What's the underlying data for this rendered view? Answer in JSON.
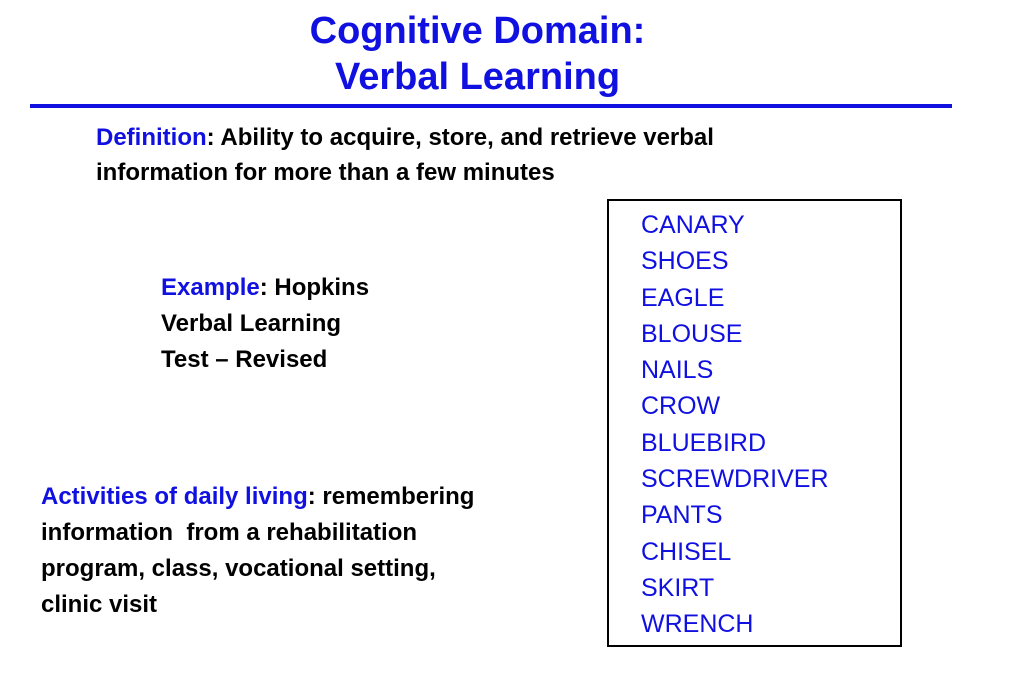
{
  "title": {
    "line1": "Cognitive Domain:",
    "line2": "Verbal Learning"
  },
  "definition": {
    "label": "Definition",
    "text_line1": ": Ability to acquire, store, and retrieve verbal",
    "text_line2": "information for more than a few minutes"
  },
  "example": {
    "label": "Example",
    "text_line1": ": Hopkins",
    "text_line2": "Verbal Learning",
    "text_line3": "Test – Revised"
  },
  "adl": {
    "label": "Activities of daily living",
    "text_line1": ": remembering",
    "text_line2": "information  from a rehabilitation",
    "text_line3": "program, class, vocational setting,",
    "text_line4": "clinic visit"
  },
  "word_list": [
    "CANARY",
    "SHOES",
    "EAGLE",
    "BLOUSE",
    "NAILS",
    "CROW",
    "BLUEBIRD",
    "SCREWDRIVER",
    "PANTS",
    "CHISEL",
    "SKIRT",
    "WRENCH"
  ],
  "colors": {
    "accent": "#1010e0",
    "text": "#000000",
    "background": "#ffffff"
  }
}
